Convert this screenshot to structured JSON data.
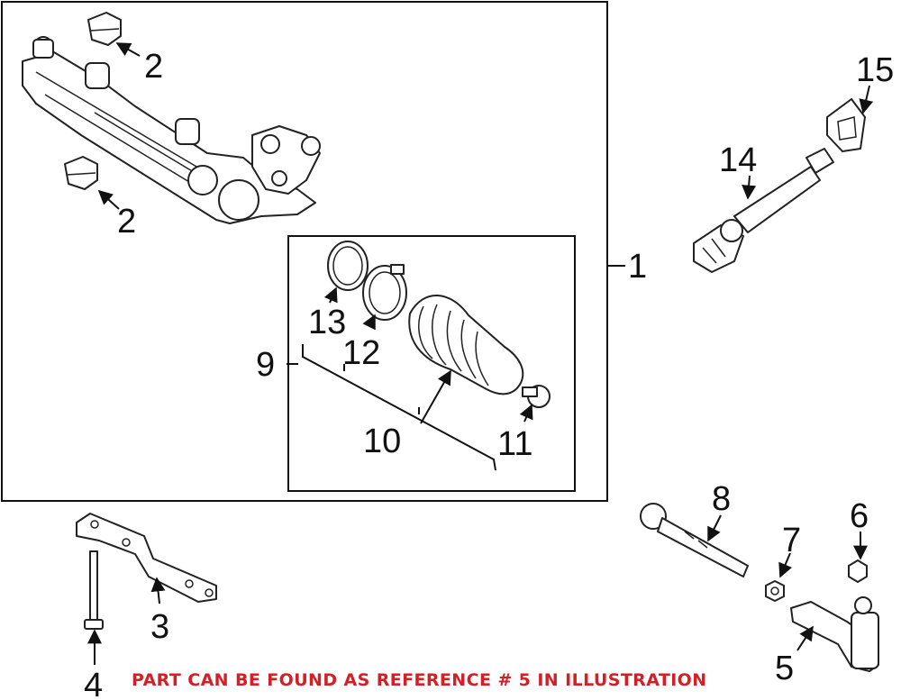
{
  "callouts": {
    "c1": "1",
    "c2a": "2",
    "c2b": "2",
    "c3": "3",
    "c4": "4",
    "c5": "5",
    "c6": "6",
    "c7": "7",
    "c8": "8",
    "c9": "9",
    "c10": "10",
    "c11": "11",
    "c12": "12",
    "c13": "13",
    "c14": "14",
    "c15": "15"
  },
  "notice": "PART CAN BE FOUND AS REFERENCE # 5 IN ILLUSTRATION",
  "colors": {
    "notice": "#d31f26",
    "linework": "#222222"
  }
}
